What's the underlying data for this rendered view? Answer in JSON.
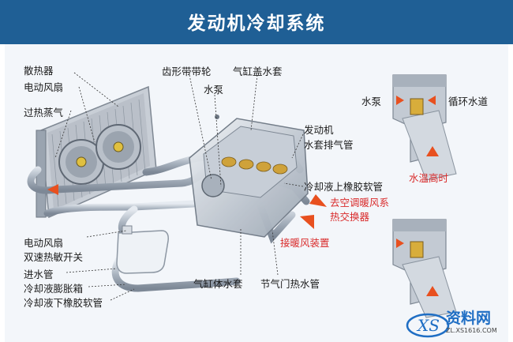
{
  "title": "发动机冷却系统",
  "labels": {
    "radiator": "散热器",
    "electric_fan": "电动风扇",
    "overheat_steam": "过热蒸气",
    "timing_pulley": "齿形带带轮",
    "head_jacket": "气缸盖水套",
    "water_pump": "水泵",
    "engine_jacket_line1": "发动机",
    "engine_jacket_line2": "水套排气管",
    "upper_hose": "冷却液上橡胶软管",
    "ac_heater_line1": "去空调暖风系",
    "ac_heater_line2": "热交换器",
    "heater_device": "接暖风装置",
    "fan_switch_line1": "电动风扇",
    "fan_switch_line2": "双速热敏开关",
    "inlet_pipe": "进水管",
    "expansion_tank": "冷却液膨胀箱",
    "lower_hose": "冷却液下橡胶软管",
    "block_jacket": "气缸体水套",
    "throttle_pipe": "节气门热水管",
    "detail_pump": "水泵",
    "circulation": "循环水道",
    "high_temp": "水温高时"
  },
  "watermark": {
    "brand": "资料网",
    "url": "ZL.XS1616.COM"
  },
  "colors": {
    "header": "#1f5f95",
    "accent_red": "#d92b2b",
    "flow_arrow": "#e8501f",
    "pipe": "#aeb8c4"
  }
}
